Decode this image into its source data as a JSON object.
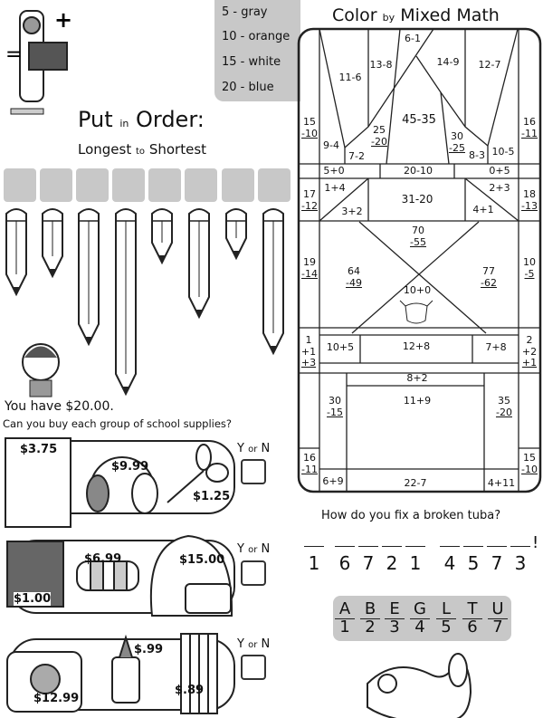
{
  "color_key": [
    {
      "value": "5",
      "color": "gray"
    },
    {
      "value": "10",
      "color": "orange"
    },
    {
      "value": "15",
      "color": "white"
    },
    {
      "value": "20",
      "color": "blue"
    }
  ],
  "color_key_text": [
    "5 - gray",
    "10 - orange",
    "15 - white",
    "20 - blue"
  ],
  "mosaic": {
    "title_a": "Color",
    "title_b": "by",
    "title_c": "Mixed Math",
    "cells": [
      "6-1",
      "11-6",
      "13-8",
      "14-9",
      "12-7",
      "45-35",
      "9-4",
      "7-2",
      "8-3",
      "10-5",
      "5+0",
      "20-10",
      "0+5",
      "1+4",
      "31-20",
      "2+3",
      "3+2",
      "4+1",
      "10+0",
      "10+5",
      "12+8",
      "7+8",
      "8+2",
      "11+9",
      "6+9",
      "22-7",
      "4+11"
    ],
    "stacked": [
      {
        "t": "15",
        "b": "-10"
      },
      {
        "t": "16",
        "b": "-11"
      },
      {
        "t": "25",
        "b": "-20"
      },
      {
        "t": "30",
        "b": "-25"
      },
      {
        "t": "17",
        "b": "-12"
      },
      {
        "t": "18",
        "b": "-13"
      },
      {
        "t": "70",
        "b": "-55"
      },
      {
        "t": "19",
        "b": "-14"
      },
      {
        "t": "64",
        "b": "-49"
      },
      {
        "t": "77",
        "b": "-62"
      },
      {
        "t": "10",
        "b": "-5"
      },
      {
        "t": "30",
        "b": "-15"
      },
      {
        "t": "35",
        "b": "-20"
      },
      {
        "t": "16",
        "b": "-11"
      },
      {
        "t": "15",
        "b": "-10"
      }
    ],
    "triple": [
      {
        "a": "1",
        "b": "+1",
        "c": "+3"
      },
      {
        "a": "2",
        "b": "+2",
        "c": "+1"
      }
    ]
  },
  "order": {
    "title_a": "Put",
    "title_b": "in",
    "title_c": "Order:",
    "sub_a": "Longest",
    "sub_b": "to",
    "sub_c": "Shortest"
  },
  "shopping": {
    "budget": "You have $20.00.",
    "question": "Can you buy each group of school supplies?",
    "yn_y": "Y",
    "yn_or": "or",
    "yn_n": "N",
    "groups": [
      {
        "prices": [
          "$3.75",
          "$9.99",
          "$1.25"
        ]
      },
      {
        "prices": [
          "$1.00",
          "$6.99",
          "$15.00"
        ]
      },
      {
        "prices": [
          "$12.99",
          "$.99",
          "$.89"
        ]
      }
    ]
  },
  "riddle": {
    "question": "How do you fix a broken tuba?",
    "code": [
      "1",
      "6",
      "7",
      "2",
      "1",
      "4",
      "5",
      "7",
      "3"
    ],
    "end": "!",
    "key": [
      {
        "l": "A",
        "n": "1"
      },
      {
        "l": "B",
        "n": "2"
      },
      {
        "l": "E",
        "n": "3"
      },
      {
        "l": "G",
        "n": "4"
      },
      {
        "l": "L",
        "n": "5"
      },
      {
        "l": "T",
        "n": "6"
      },
      {
        "l": "U",
        "n": "7"
      }
    ]
  }
}
